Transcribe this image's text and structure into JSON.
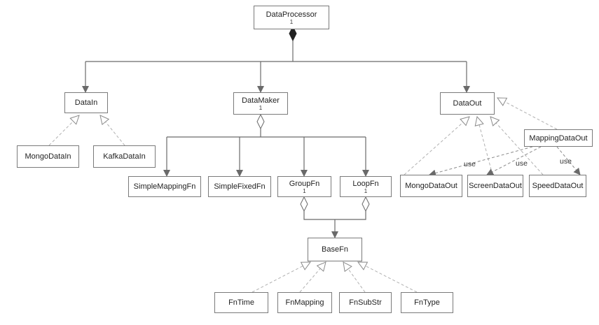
{
  "classes": {
    "data_processor": {
      "label": "DataProcessor",
      "multiplicity": "1"
    },
    "data_in": {
      "label": "DataIn"
    },
    "data_maker": {
      "label": "DataMaker",
      "multiplicity": "1"
    },
    "data_out": {
      "label": "DataOut"
    },
    "mongo_data_in": {
      "label": "MongoDataIn"
    },
    "kafka_data_in": {
      "label": "KafkaDataIn"
    },
    "mapping_data_out": {
      "label": "MappingDataOut"
    },
    "simple_mapping_fn": {
      "label": "SimpleMappingFn"
    },
    "simple_fixed_fn": {
      "label": "SimpleFixedFn"
    },
    "group_fn": {
      "label": "GroupFn",
      "multiplicity": "1"
    },
    "loop_fn": {
      "label": "LoopFn",
      "multiplicity": "1"
    },
    "mongo_data_out": {
      "label": "MongoDataOut"
    },
    "screen_data_out": {
      "label": "ScreenDataOut"
    },
    "speed_data_out": {
      "label": "SpeedDataOut"
    },
    "base_fn": {
      "label": "BaseFn"
    },
    "fn_time": {
      "label": "FnTime"
    },
    "fn_mapping": {
      "label": "FnMapping"
    },
    "fn_sub_str": {
      "label": "FnSubStr"
    },
    "fn_type": {
      "label": "FnType"
    }
  },
  "edge_labels": {
    "use_1": "use",
    "use_2": "use",
    "use_3": "use"
  },
  "colors": {
    "line": "#6a6a6a",
    "dashed": "#b0b0b0",
    "border": "#7a7a7a"
  }
}
